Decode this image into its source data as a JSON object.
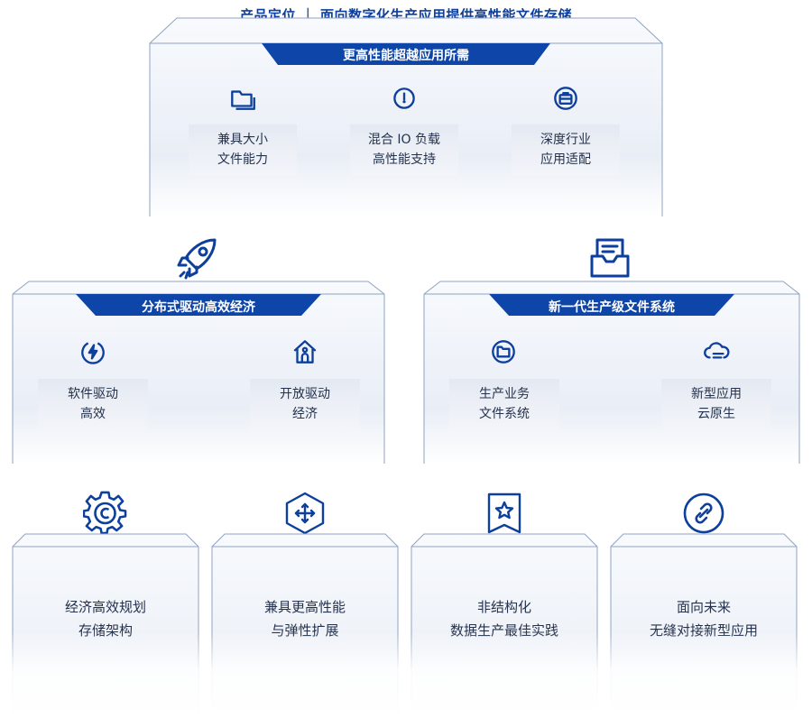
{
  "headline": "产品定位 ｜ 面向数字化生产应用提供高性能文件存储",
  "top_panel": {
    "banner": "更高性能超越应用所需",
    "features": [
      {
        "icon": "folders-icon",
        "line1": "兼具大小",
        "line2": "文件能力"
      },
      {
        "icon": "gauge-icon",
        "line1": "混合 IO 负载",
        "line2": "高性能支持"
      },
      {
        "icon": "briefcase-icon",
        "line1": "深度行业",
        "line2": "应用适配"
      }
    ]
  },
  "left_panel": {
    "top_icon": "rocket-icon",
    "banner": "分布式驱动高效经济",
    "features": [
      {
        "icon": "lightning-icon",
        "line1": "软件驱动",
        "line2": "高效"
      },
      {
        "icon": "home-icon",
        "line1": "开放驱动",
        "line2": "经济"
      }
    ]
  },
  "right_panel": {
    "top_icon": "inbox-icon",
    "banner": "新一代生产级文件系统",
    "features": [
      {
        "icon": "folder-icon",
        "line1": "生产业务",
        "line2": "文件系统"
      },
      {
        "icon": "cloud-icon",
        "line1": "新型应用",
        "line2": "云原生"
      }
    ]
  },
  "bottom_cards": [
    {
      "icon": "gear-copyright-icon",
      "line1": "经济高效规划",
      "line2": "存储架构"
    },
    {
      "icon": "expand-arrows-icon",
      "line1": "兼具更高性能",
      "line2": "与弹性扩展"
    },
    {
      "icon": "star-bookmark-icon",
      "line1": "非结构化",
      "line2": "数据生产最佳实践"
    },
    {
      "icon": "link-icon",
      "line1": "面向未来",
      "line2": "无缝对接新型应用"
    }
  ],
  "colors": {
    "brand": "#0d3f9c",
    "banner": "#0e45a8",
    "panel_top": "#f7f9fc",
    "panel_bottom": "#e3e8f1",
    "outline": "#8fa3c4"
  }
}
